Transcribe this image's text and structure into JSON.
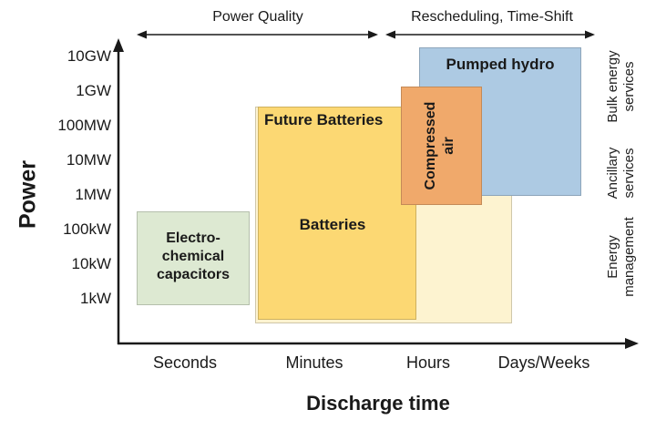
{
  "ylabel": "Power",
  "xlabel": "Discharge time",
  "y_ticks": [
    "10GW",
    "1GW",
    "100MW",
    "10MW",
    "1MW",
    "100kW",
    "10kW",
    "1kW"
  ],
  "x_ticks": [
    "Seconds",
    "Minutes",
    "Hours",
    "Days/Weeks"
  ],
  "annotations": {
    "power_quality": "Power Quality",
    "rescheduling": "Rescheduling, Time-Shift"
  },
  "right_labels": {
    "bulk": {
      "lines": [
        "Bulk energy",
        "services"
      ]
    },
    "ancillary": {
      "lines": [
        "Ancillary",
        "services"
      ]
    },
    "energy": {
      "lines": [
        "Energy",
        "management"
      ]
    }
  },
  "regions": {
    "capacitors": {
      "lines": [
        "Electro-",
        "chemical",
        "capacitors"
      ],
      "color": "#dde9d2"
    },
    "future_batteries": {
      "label": "Future Batteries",
      "color": "#fdf3d0"
    },
    "batteries": {
      "label": "Batteries",
      "color": "#fcd873"
    },
    "compressed_air": {
      "lines": [
        "Compressed",
        "air"
      ],
      "color": "#f0a96b"
    },
    "pumped_hydro": {
      "label": "Pumped hydro",
      "color": "#adcae3"
    }
  },
  "chart_data": {
    "type": "area",
    "title": "",
    "xlabel": "Discharge time",
    "ylabel": "Power",
    "x_categories": [
      "Seconds",
      "Minutes",
      "Hours",
      "Days/Weeks"
    ],
    "y_scale": "log",
    "y_ticks": [
      "1kW",
      "10kW",
      "100kW",
      "1MW",
      "10MW",
      "100MW",
      "1GW",
      "10GW"
    ],
    "regions": [
      {
        "name": "Electro-chemical capacitors",
        "x_range": [
          "Seconds",
          "Seconds"
        ],
        "y_range": [
          "1kW",
          "100kW"
        ],
        "color": "#dde9d2"
      },
      {
        "name": "Batteries",
        "x_range": [
          "Minutes",
          "Hours"
        ],
        "y_range": [
          "1kW",
          "100MW"
        ],
        "color": "#fcd873"
      },
      {
        "name": "Future Batteries",
        "x_range": [
          "Minutes",
          "Days/Weeks"
        ],
        "y_range": [
          "1kW",
          "100MW"
        ],
        "color": "#fdf3d0"
      },
      {
        "name": "Compressed air",
        "x_range": [
          "Hours",
          "Hours"
        ],
        "y_range": [
          "1MW",
          "1GW"
        ],
        "color": "#f0a96b"
      },
      {
        "name": "Pumped hydro",
        "x_range": [
          "Hours",
          "Days/Weeks"
        ],
        "y_range": [
          "1MW",
          "10GW"
        ],
        "color": "#adcae3"
      }
    ],
    "x_bands": [
      {
        "name": "Power Quality",
        "x_range": [
          "Seconds",
          "Minutes"
        ]
      },
      {
        "name": "Rescheduling, Time-Shift",
        "x_range": [
          "Hours",
          "Days/Weeks"
        ]
      }
    ],
    "y_bands": [
      {
        "name": "Bulk energy services",
        "y_range": [
          "1MW",
          "10GW"
        ]
      },
      {
        "name": "Ancillary services",
        "y_range": [
          "100kW",
          "1MW"
        ]
      },
      {
        "name": "Energy management",
        "y_range": [
          "1kW",
          "100kW"
        ]
      }
    ]
  }
}
